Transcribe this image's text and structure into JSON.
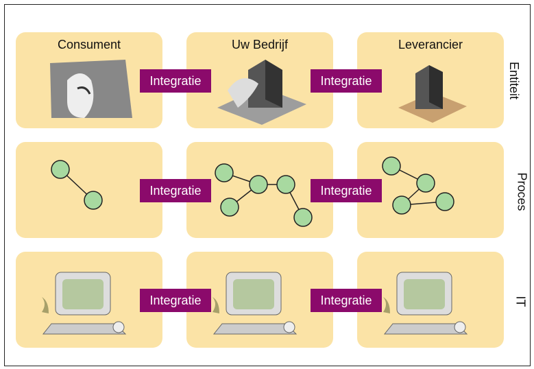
{
  "columns": [
    "Consument",
    "Uw Bedrijf",
    "Leverancier"
  ],
  "rows": [
    "Entiteit",
    "Proces",
    "IT"
  ],
  "connector_label": "Integratie",
  "colors": {
    "panel": "#fbe3a6",
    "connector": "#8b0a6b",
    "node": "#a8d9a0"
  }
}
